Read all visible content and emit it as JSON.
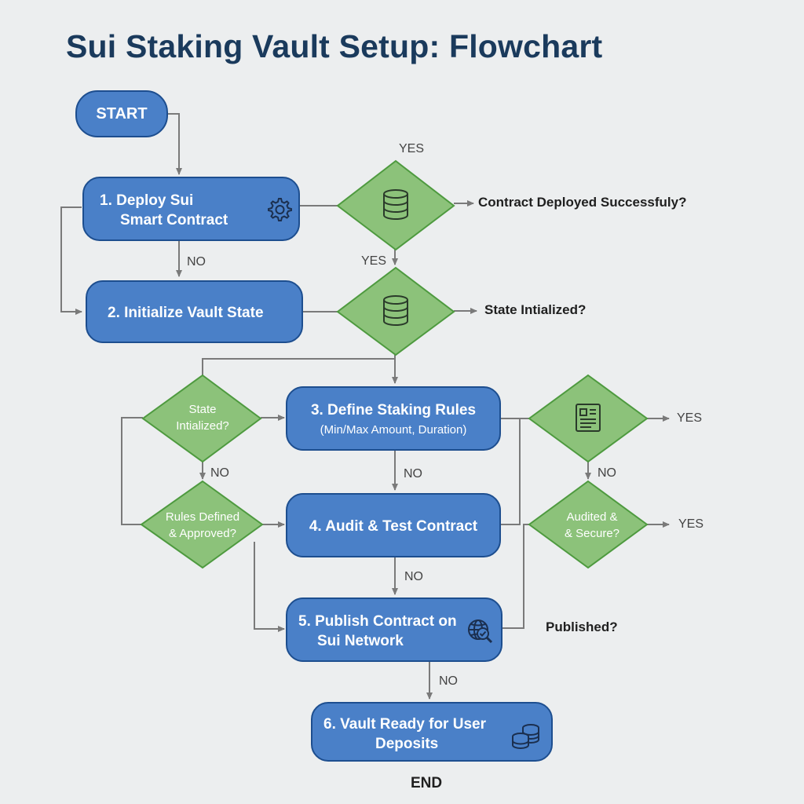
{
  "title": "Sui Staking Vault Setup: Flowchart",
  "start": "START",
  "end": "END",
  "steps": {
    "deploy": [
      "1. Deploy Sui",
      "Smart Contract"
    ],
    "initialize": "2. Initialize Vault State",
    "define": [
      "3. Define Staking Rules",
      "(Min/Max Amount, Duration)"
    ],
    "audit": "4. Audit & Test Contract",
    "publish": [
      "5. Publish Contract on",
      "Sui Network"
    ],
    "ready": [
      "6. Vault Ready for User",
      "Deposits"
    ]
  },
  "decisions": {
    "deployed": "Contract Deployed Successfuly?",
    "state_initialized": "State Intialized?",
    "left_state": [
      "State",
      "Intialized?"
    ],
    "rules_defined": [
      "Rules Defined",
      "& Approved?"
    ],
    "audited": [
      "Audited &",
      "& Secure?"
    ],
    "published": "Published?"
  },
  "labels": {
    "yes": "YES",
    "no": "NO"
  },
  "colors": {
    "process_fill": "#4a80c8",
    "process_border": "#1d4e8f",
    "decision_fill": "#8cc27a",
    "decision_border": "#4e9a3f",
    "connector": "#7a7a7a",
    "title": "#1a3a5c"
  },
  "icons": [
    "gear-icon",
    "database-icon",
    "document-icon",
    "globe-check-icon",
    "coins-icon"
  ]
}
